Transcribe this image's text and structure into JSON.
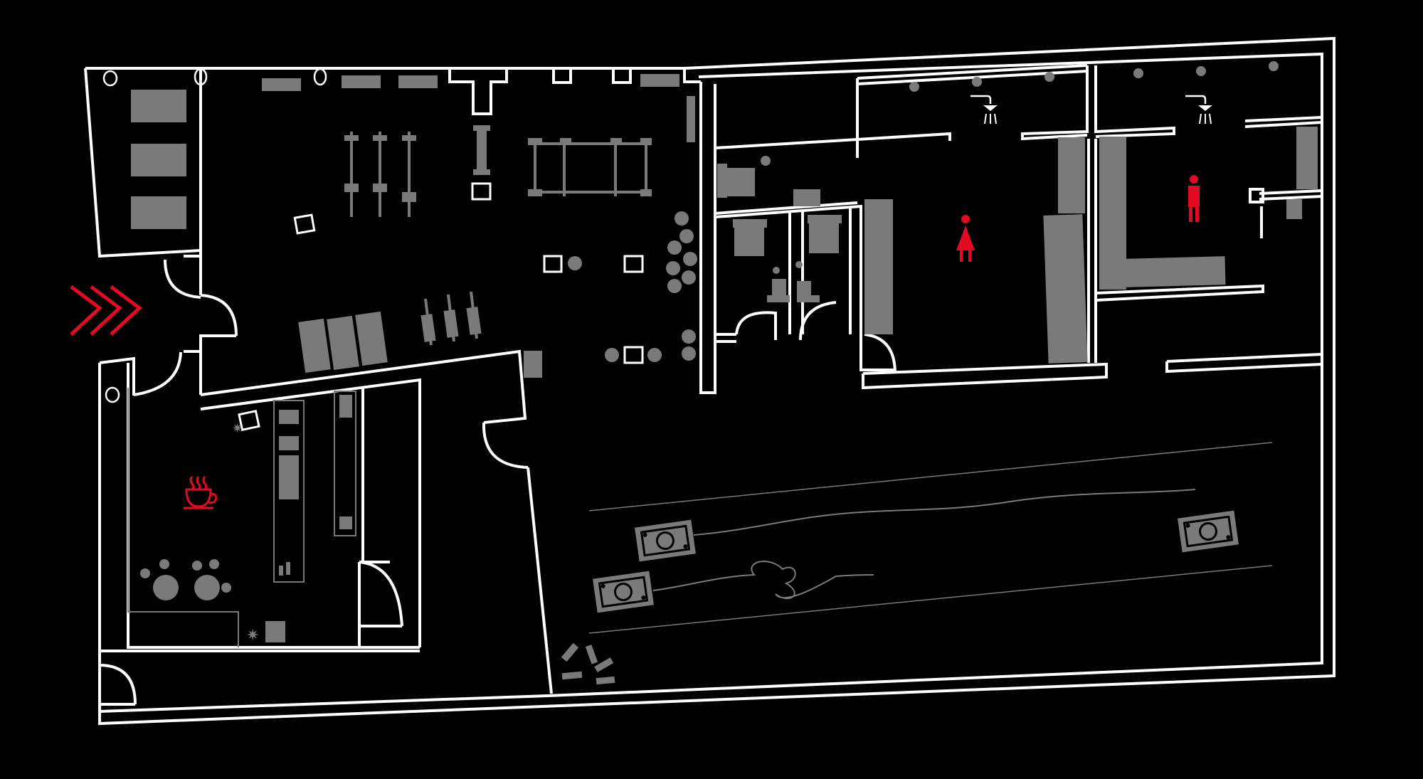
{
  "map": {
    "background": "#000000",
    "wall_color": "#ffffff",
    "furniture_color": "#7a7a7a",
    "accent_color": "#e30a24"
  },
  "markers": [
    {
      "id": "entrance",
      "icon": "entrance-chevrons-icon"
    },
    {
      "id": "cafe",
      "icon": "coffee-cup-icon"
    },
    {
      "id": "women-restroom",
      "icon": "woman-icon"
    },
    {
      "id": "men-restroom",
      "icon": "man-icon"
    },
    {
      "id": "shower-women",
      "icon": "shower-icon"
    },
    {
      "id": "shower-men",
      "icon": "shower-icon"
    }
  ]
}
